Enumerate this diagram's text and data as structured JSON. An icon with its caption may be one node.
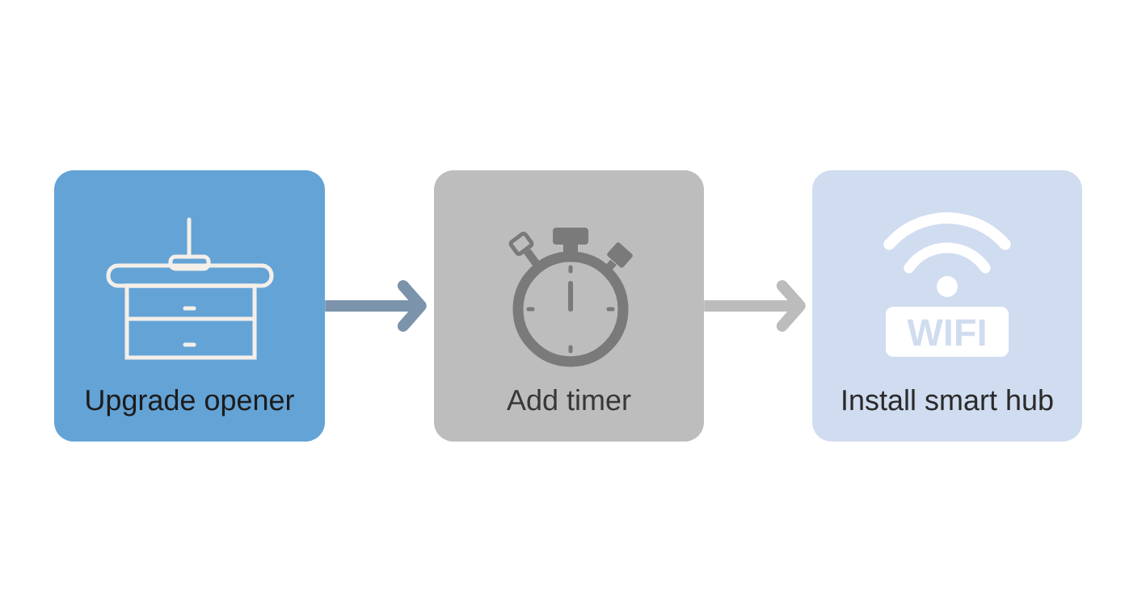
{
  "diagram": {
    "nodes": [
      {
        "text": [
          "Upgrade opener"
        ]
      },
      {
        "text": [
          "Add timer"
        ]
      },
      {
        "text": [
          "Install smart hub"
        ]
      }
    ],
    "edges": [
      {
        "from": 0,
        "to": 1,
        "arrow": "to",
        "color": "#7b93ab"
      },
      {
        "from": 1,
        "to": 2,
        "arrow": "to",
        "color": "#bcbcbc"
      }
    ],
    "labels": [
      "WIFI"
    ]
  }
}
